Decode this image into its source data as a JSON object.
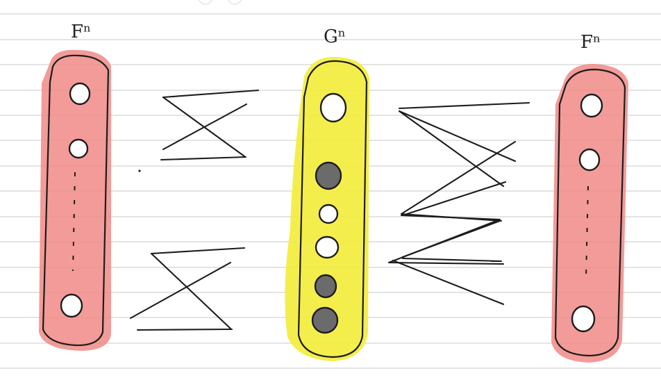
{
  "labels": {
    "left": "Fⁿ",
    "center": "Gⁿ",
    "right": "Fⁿ"
  },
  "colors": {
    "paper_line": "#d9d9d9",
    "pink_fill": "#f08a86",
    "yellow_fill": "#f3ec3a",
    "ink": "#1c1c1c",
    "filled_node": "#6b6b6b"
  },
  "left_column": {
    "nodes": [
      "empty",
      "empty",
      "empty"
    ],
    "ellipsis": true
  },
  "center_column": {
    "nodes": [
      "empty",
      "filled",
      "empty",
      "empty",
      "filled",
      "filled"
    ]
  },
  "right_column": {
    "nodes": [
      "empty",
      "empty",
      "empty"
    ],
    "ellipsis": true
  }
}
